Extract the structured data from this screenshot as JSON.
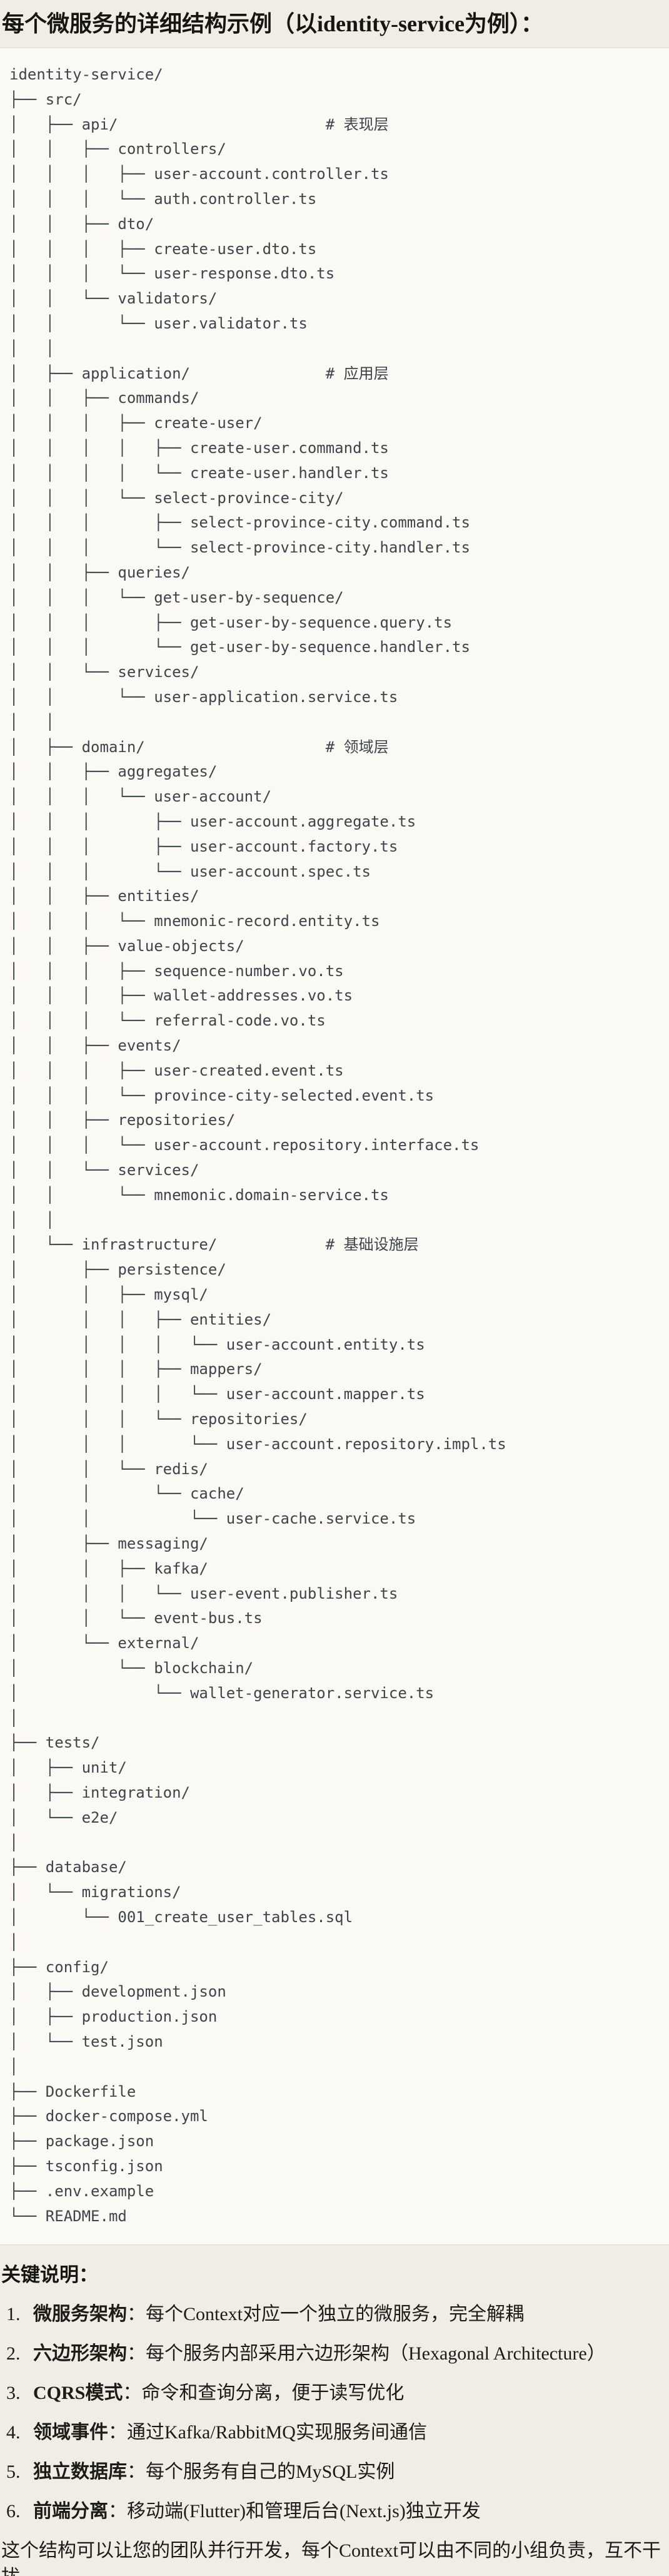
{
  "title": "每个微服务的详细结构示例（以identity-service为例）：",
  "tree": {
    "lines": [
      "identity-service/",
      "├── src/",
      "│   ├── api/                       # 表现层",
      "│   │   ├── controllers/",
      "│   │   │   ├── user-account.controller.ts",
      "│   │   │   └── auth.controller.ts",
      "│   │   ├── dto/",
      "│   │   │   ├── create-user.dto.ts",
      "│   │   │   └── user-response.dto.ts",
      "│   │   └── validators/",
      "│   │       └── user.validator.ts",
      "│   │",
      "│   ├── application/               # 应用层",
      "│   │   ├── commands/",
      "│   │   │   ├── create-user/",
      "│   │   │   │   ├── create-user.command.ts",
      "│   │   │   │   └── create-user.handler.ts",
      "│   │   │   └── select-province-city/",
      "│   │   │       ├── select-province-city.command.ts",
      "│   │   │       └── select-province-city.handler.ts",
      "│   │   ├── queries/",
      "│   │   │   └── get-user-by-sequence/",
      "│   │   │       ├── get-user-by-sequence.query.ts",
      "│   │   │       └── get-user-by-sequence.handler.ts",
      "│   │   └── services/",
      "│   │       └── user-application.service.ts",
      "│   │",
      "│   ├── domain/                    # 领域层",
      "│   │   ├── aggregates/",
      "│   │   │   └── user-account/",
      "│   │   │       ├── user-account.aggregate.ts",
      "│   │   │       ├── user-account.factory.ts",
      "│   │   │       └── user-account.spec.ts",
      "│   │   ├── entities/",
      "│   │   │   └── mnemonic-record.entity.ts",
      "│   │   ├── value-objects/",
      "│   │   │   ├── sequence-number.vo.ts",
      "│   │   │   ├── wallet-addresses.vo.ts",
      "│   │   │   └── referral-code.vo.ts",
      "│   │   ├── events/",
      "│   │   │   ├── user-created.event.ts",
      "│   │   │   └── province-city-selected.event.ts",
      "│   │   ├── repositories/",
      "│   │   │   └── user-account.repository.interface.ts",
      "│   │   └── services/",
      "│   │       └── mnemonic.domain-service.ts",
      "│   │",
      "│   └── infrastructure/            # 基础设施层",
      "│       ├── persistence/",
      "│       │   ├── mysql/",
      "│       │   │   ├── entities/",
      "│       │   │   │   └── user-account.entity.ts",
      "│       │   │   ├── mappers/",
      "│       │   │   │   └── user-account.mapper.ts",
      "│       │   │   └── repositories/",
      "│       │   │       └── user-account.repository.impl.ts",
      "│       │   └── redis/",
      "│       │       └── cache/",
      "│       │           └── user-cache.service.ts",
      "│       ├── messaging/",
      "│       │   ├── kafka/",
      "│       │   │   └── user-event.publisher.ts",
      "│       │   └── event-bus.ts",
      "│       └── external/",
      "│           └── blockchain/",
      "│               └── wallet-generator.service.ts",
      "│",
      "├── tests/",
      "│   ├── unit/",
      "│   ├── integration/",
      "│   └── e2e/",
      "│",
      "├── database/",
      "│   └── migrations/",
      "│       └── 001_create_user_tables.sql",
      "│",
      "├── config/",
      "│   ├── development.json",
      "│   ├── production.json",
      "│   └── test.json",
      "│",
      "├── Dockerfile",
      "├── docker-compose.yml",
      "├── package.json",
      "├── tsconfig.json",
      "├── .env.example",
      "└── README.md"
    ]
  },
  "notes": {
    "heading": "关键说明：",
    "items": [
      {
        "num": "1.",
        "label": "微服务架构",
        "text": "：每个Context对应一个独立的微服务，完全解耦"
      },
      {
        "num": "2.",
        "label": "六边形架构",
        "text": "：每个服务内部采用六边形架构（Hexagonal Architecture）"
      },
      {
        "num": "3.",
        "label": "CQRS模式",
        "text": "：命令和查询分离，便于读写优化"
      },
      {
        "num": "4.",
        "label": "领域事件",
        "text": "：通过Kafka/RabbitMQ实现服务间通信"
      },
      {
        "num": "5.",
        "label": "独立数据库",
        "text": "：每个服务有自己的MySQL实例"
      },
      {
        "num": "6.",
        "label": "前端分离",
        "text": "：移动端(Flutter)和管理后台(Next.js)独立开发"
      }
    ],
    "footer": "这个结构可以让您的团队并行开发，每个Context可以由不同的小组负责，互不干扰。"
  },
  "colors": {
    "page_background": "#f0eee4",
    "code_background": "#faf9f4",
    "divider": "#dedbd0",
    "tree_text": "#3d444c",
    "body_text": "#1c1b17"
  }
}
